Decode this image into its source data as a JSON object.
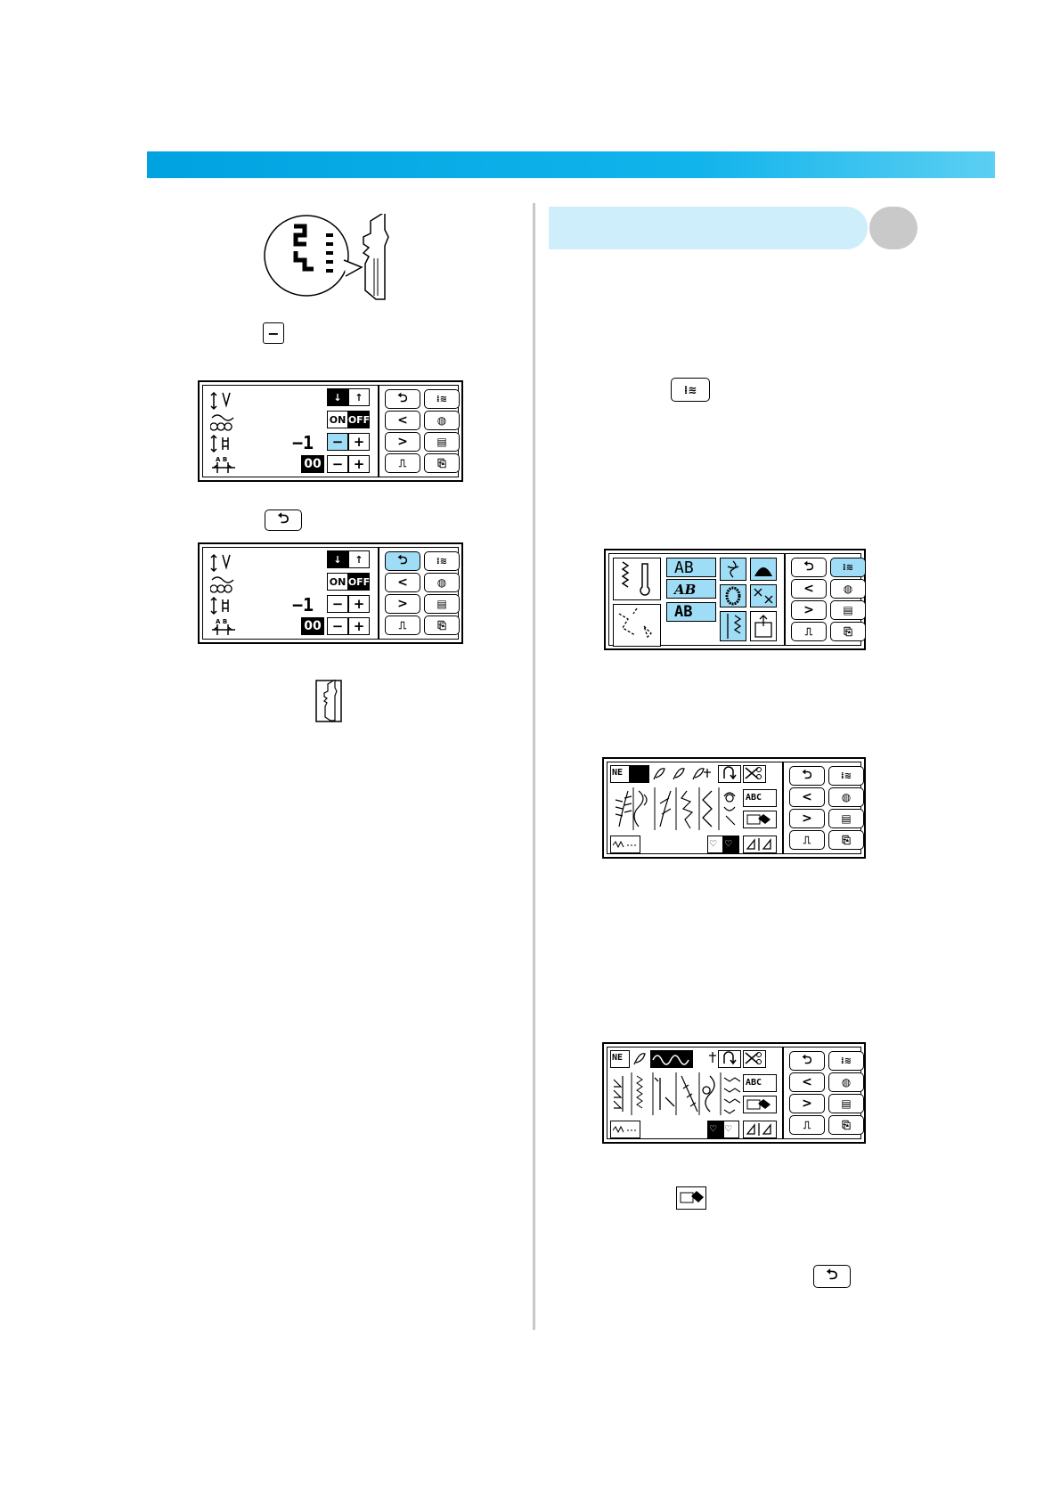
{
  "buttons": {
    "minus": "−",
    "plus": "+",
    "back": "⮌",
    "left": "<",
    "right": ">"
  },
  "screen1": {
    "on_label": "ON",
    "off_label": "OFF",
    "value": "−1",
    "spacing_value": "00"
  },
  "screen2": {
    "on_label": "ON",
    "off_label": "OFF",
    "value": "−1",
    "spacing_value": "00"
  },
  "screen3": {
    "ab_label": "AB",
    "ab_script": "AB",
    "ab_outline": "AB"
  },
  "screen4": {
    "ne_label": "NE",
    "abc_label": "ABC"
  },
  "screen5": {
    "ne_label": "NE",
    "abc_label": "ABC"
  },
  "colors": {
    "header_bar": "#00a3e0",
    "section_pill": "#cdeefa",
    "selected_key": "#9fdcf5"
  }
}
